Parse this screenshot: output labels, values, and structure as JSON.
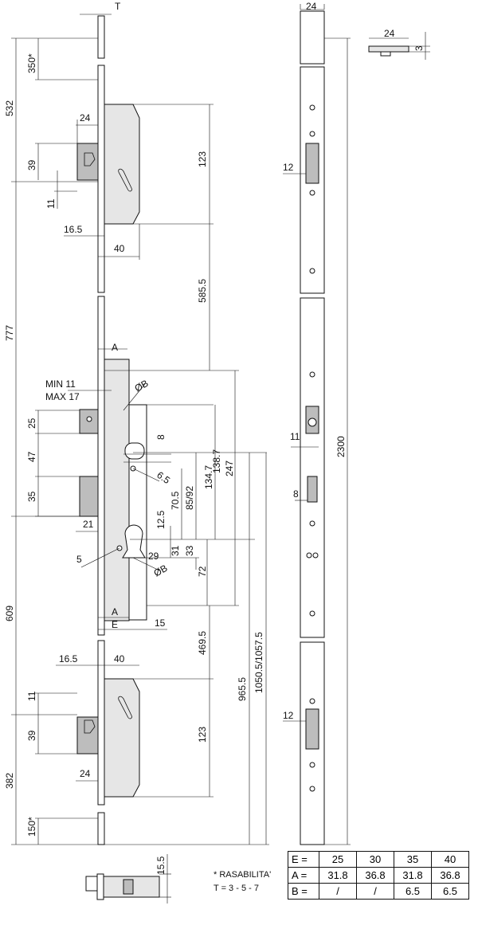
{
  "labels": {
    "T": "T",
    "top_width": "24",
    "top_width2": "24",
    "rod_thick": "3",
    "d350": "350*",
    "d532": "532",
    "d24a": "24",
    "d39a": "39",
    "d11a": "11",
    "d16_5a": "16.5",
    "d40a": "40",
    "d123a": "123",
    "d12a": "12",
    "d585_5": "585.5",
    "d777": "777",
    "dA1": "A",
    "min11": "MIN 11",
    "max17": "MAX 17",
    "dB1": "ØB",
    "d25": "25",
    "d47": "47",
    "d35": "35",
    "d8a": "8",
    "d6_5": "6.5",
    "d11b": "11",
    "d2300": "2300",
    "d8b": "8",
    "d70_5": "70.5",
    "d85_92": "85/92",
    "d134_7": "134.7",
    "d138_7": "138.7",
    "d247": "247",
    "d12_5": "12.5",
    "d21": "21",
    "d31": "31",
    "d33": "33",
    "d5": "5",
    "d29": "29",
    "dB2": "ØB",
    "d72": "72",
    "dA2": "A",
    "dE": "E",
    "d15": "15",
    "d609": "609",
    "d469_5": "469.5",
    "d16_5b": "16.5",
    "d40b": "40",
    "d965_5": "965.5",
    "d1050": "1050.5/1057.5",
    "d11c": "11",
    "d39b": "39",
    "d123b": "123",
    "d12b": "12",
    "d24b": "24",
    "d382": "382",
    "d150": "150*",
    "d15_5": "15.5"
  },
  "note": {
    "line1": "* RASABILITA'",
    "line2": "T = 3 - 5 - 7"
  },
  "table": {
    "rows": [
      {
        "label": "E =",
        "values": [
          "25",
          "30",
          "35",
          "40"
        ]
      },
      {
        "label": "A =",
        "values": [
          "31.8",
          "36.8",
          "31.8",
          "36.8"
        ]
      },
      {
        "label": "B =",
        "values": [
          "/",
          "/",
          "6.5",
          "6.5"
        ]
      }
    ]
  }
}
